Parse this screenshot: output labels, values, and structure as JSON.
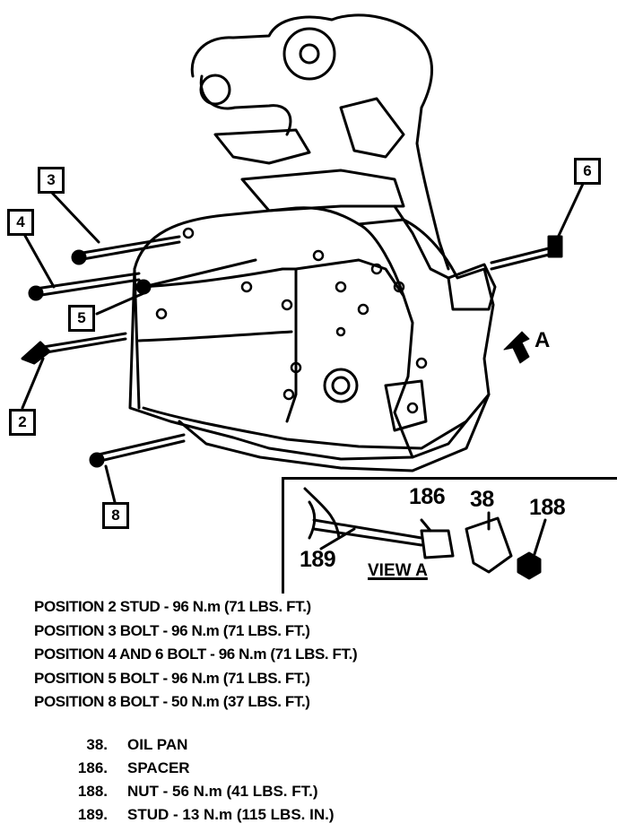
{
  "callouts": {
    "c2": "2",
    "c3": "3",
    "c4": "4",
    "c5": "5",
    "c6": "6",
    "c8": "8"
  },
  "arrow_label": "A",
  "view_a": {
    "title": "VIEW A",
    "labels": {
      "spacer": "186",
      "oil_pan": "38",
      "nut": "188",
      "stud": "189"
    }
  },
  "torque_specs": [
    "POSITION 2 STUD - 96 N.m (71 LBS. FT.)",
    "POSITION 3 BOLT - 96 N.m (71 LBS. FT.)",
    "POSITION 4 AND 6 BOLT - 96 N.m (71 LBS. FT.)",
    "POSITION 5 BOLT - 96 N.m (71 LBS. FT.)",
    "POSITION 8 BOLT - 50 N.m (37 LBS. FT.)"
  ],
  "legend": [
    {
      "num": "38.",
      "text": "OIL PAN"
    },
    {
      "num": "186.",
      "text": "SPACER"
    },
    {
      "num": "188.",
      "text": "NUT - 56 N.m (41 LBS. FT.)"
    },
    {
      "num": "189.",
      "text": "STUD - 13 N.m (115 LBS. IN.)"
    }
  ]
}
